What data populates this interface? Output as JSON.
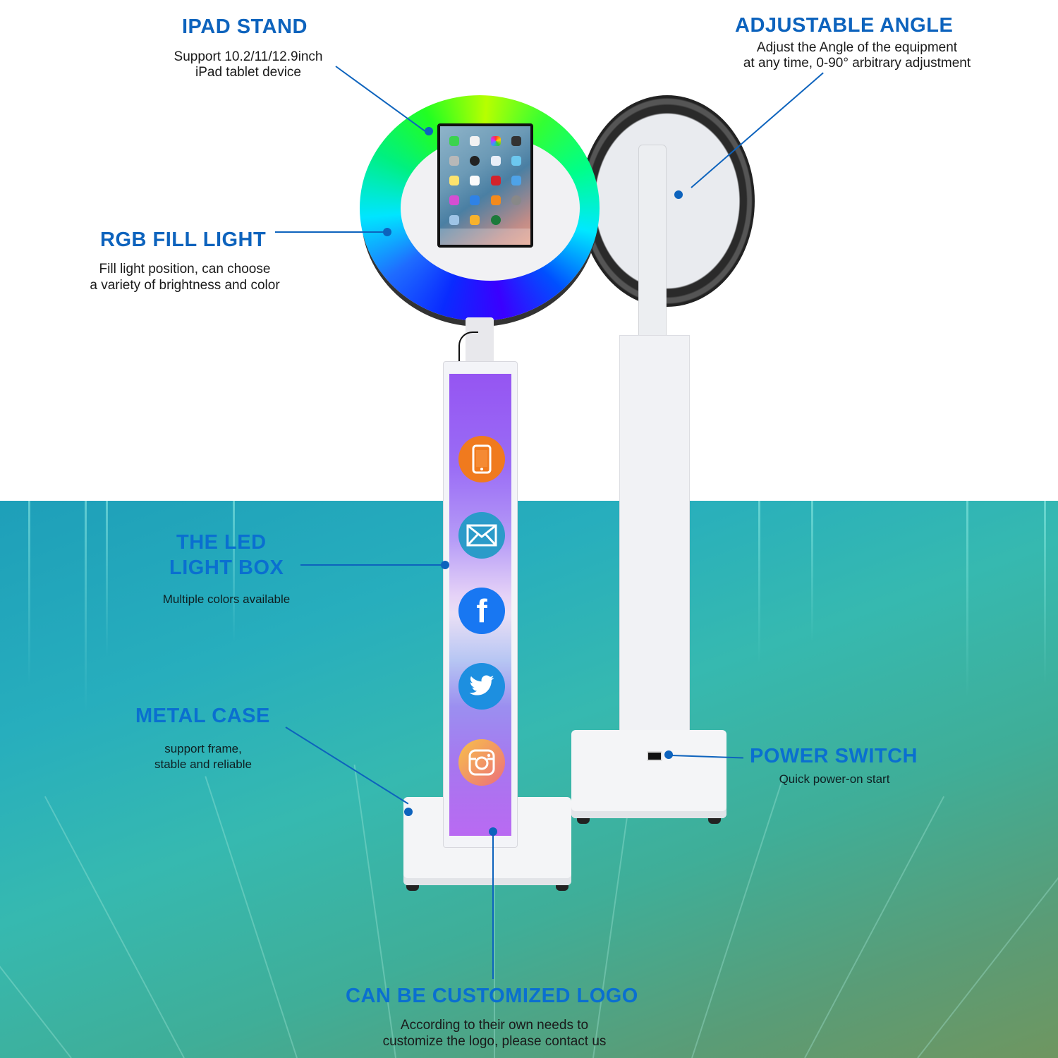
{
  "callouts": {
    "ipad_stand": {
      "title": "IPAD STAND",
      "desc_line1": "Support 10.2/11/12.9inch",
      "desc_line2": "iPad tablet device"
    },
    "adjustable_angle": {
      "title": "ADJUSTABLE ANGLE",
      "desc_line1": "Adjust the Angle of the equipment",
      "desc_line2": "at any time, 0-90° arbitrary adjustment"
    },
    "rgb_fill_light": {
      "title": "RGB FILL LIGHT",
      "desc_line1": "Fill light position, can choose",
      "desc_line2": "a variety of brightness and color"
    },
    "led_light_box": {
      "title_line1": "THE LED",
      "title_line2": "LIGHT BOX",
      "desc": "Multiple colors available"
    },
    "metal_case": {
      "title": "METAL CASE",
      "desc_line1": "support frame,",
      "desc_line2": "stable and reliable"
    },
    "power_switch": {
      "title": "POWER SWITCH",
      "desc": "Quick power-on start"
    },
    "custom_logo": {
      "title": "CAN BE CUSTOMIZED LOGO",
      "desc_line1": "According to their own needs to",
      "desc_line2": "customize the logo, please contact us"
    }
  },
  "led_panel_icons": [
    {
      "name": "phone-icon",
      "color": "#f07a1e"
    },
    {
      "name": "mail-icon",
      "color": "#2b9bc9"
    },
    {
      "name": "facebook-icon",
      "color": "#1877f2",
      "glyph": "f"
    },
    {
      "name": "twitter-icon",
      "color": "#1d8fe0"
    },
    {
      "name": "instagram-icon",
      "color": "#f0a04a"
    }
  ],
  "colors": {
    "title_blue": "#0d63bd",
    "leader_blue": "#0d63bd",
    "teal_bg": "#27aebd",
    "led_purple": "#9555f2"
  }
}
